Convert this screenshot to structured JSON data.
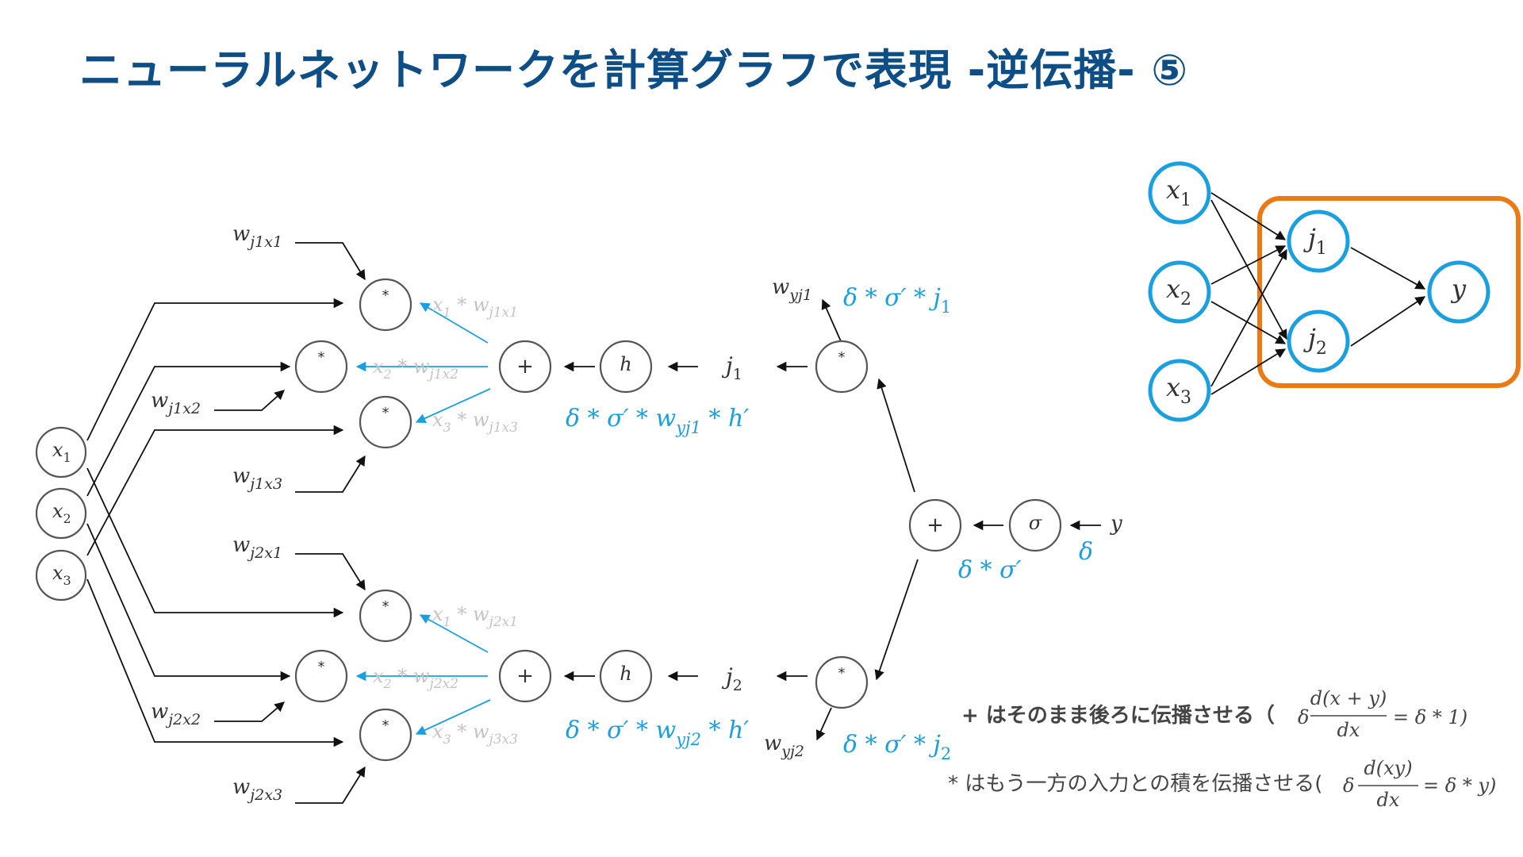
{
  "title": "ニューラルネットワークを計算グラフで表現 -逆伝播- ⑤",
  "colors": {
    "title": "#0e4e86",
    "accent_blue": "#1a9fe0",
    "highlight_box": "#ec7a14",
    "ghost_text": "#c4c4c4"
  },
  "graph": {
    "inputs": [
      {
        "sym": "x",
        "sub": "1"
      },
      {
        "sym": "x",
        "sub": "2"
      },
      {
        "sym": "x",
        "sub": "3"
      }
    ],
    "weights_j1": [
      {
        "sym": "w",
        "sub": "j1x1"
      },
      {
        "sym": "w",
        "sub": "j1x2"
      },
      {
        "sym": "w",
        "sub": "j1x3"
      }
    ],
    "weights_j2": [
      {
        "sym": "w",
        "sub": "j2x1"
      },
      {
        "sym": "w",
        "sub": "j2x2"
      },
      {
        "sym": "w",
        "sub": "j2x3"
      }
    ],
    "mul_symbol": "*",
    "add_symbol": "+",
    "h_symbol": "h",
    "sigma_symbol": "σ",
    "y_symbol": "y",
    "delta": "δ",
    "products_j1": [
      {
        "a": "x",
        "as": "1",
        "b": "w",
        "bs": "j1x1"
      },
      {
        "a": "x",
        "as": "2",
        "b": "w",
        "bs": "j1x2"
      },
      {
        "a": "x",
        "as": "3",
        "b": "w",
        "bs": "j1x3"
      }
    ],
    "products_j2": [
      {
        "a": "x",
        "as": "1",
        "b": "w",
        "bs": "j2x1"
      },
      {
        "a": "x",
        "as": "2",
        "b": "w",
        "bs": "j2x2"
      },
      {
        "a": "x",
        "as": "3",
        "b": "w",
        "bs": "j3x3"
      }
    ],
    "j1": {
      "sym": "j",
      "sub": "1"
    },
    "j2": {
      "sym": "j",
      "sub": "2"
    },
    "wyj1": {
      "sym": "w",
      "sub": "yj1"
    },
    "wyj2": {
      "sym": "w",
      "sub": "yj2"
    },
    "grad_sigma": "δ * σ′",
    "grad_j1": {
      "text": "δ * σ′ * j",
      "sub": "1"
    },
    "grad_j2": {
      "text": "δ * σ′ * j",
      "sub": "2"
    },
    "grad_h1": {
      "pre": "δ * σ′ * w",
      "sub": "yj1",
      "post": " * h′"
    },
    "grad_h2": {
      "pre": "δ * σ′ * w",
      "sub": "yj2",
      "post": " * h′"
    }
  },
  "mini_net": {
    "inputs": [
      {
        "sym": "x",
        "sub": "1"
      },
      {
        "sym": "x",
        "sub": "2"
      },
      {
        "sym": "x",
        "sub": "3"
      }
    ],
    "hidden": [
      {
        "sym": "j",
        "sub": "1"
      },
      {
        "sym": "j",
        "sub": "2"
      }
    ],
    "output": "y"
  },
  "notes": {
    "plus": {
      "text": "+ はそのまま後ろに伝播させる（",
      "delta": "δ",
      "num": "d(x + y)",
      "den": "dx",
      "rhs": "= δ * 1)"
    },
    "mul": {
      "text": "* はもう一方の入力との積を伝播させる(",
      "delta": "δ",
      "num": "d(xy)",
      "den": "dx",
      "rhs": "= δ * y)"
    }
  }
}
